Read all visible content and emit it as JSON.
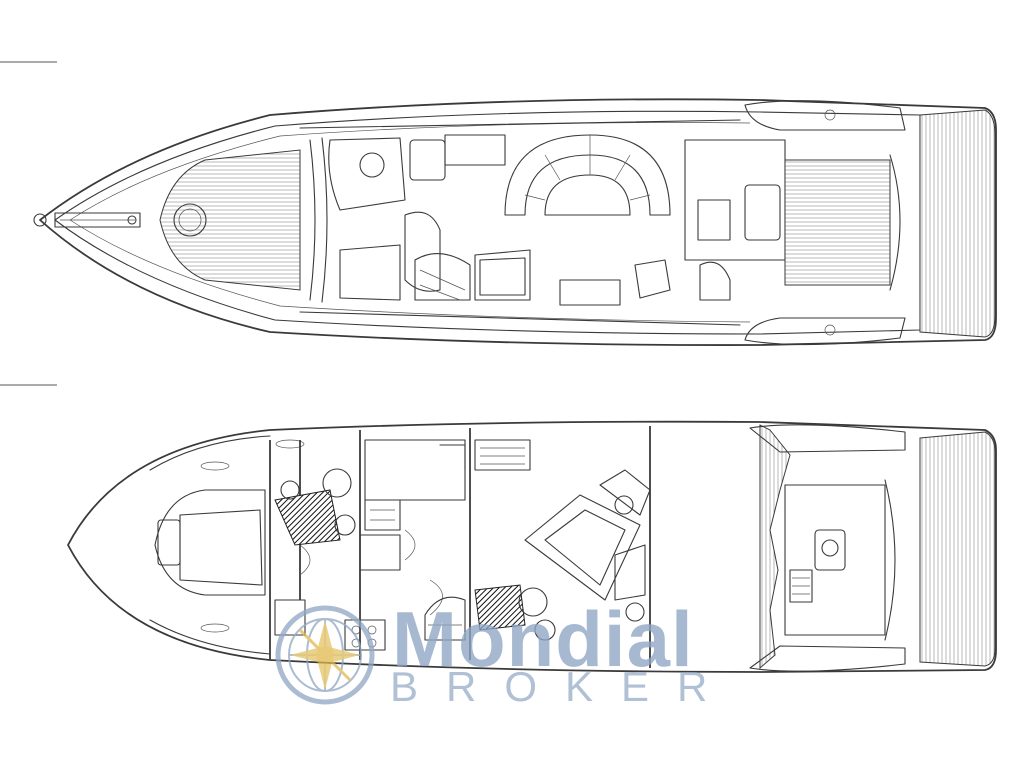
{
  "watermark": {
    "brand": "Mondial",
    "tagline": "BROKER",
    "logo_icon": "compass-globe-icon",
    "color": "#8fa6c4",
    "accent_color": "#e0b84a"
  },
  "plans": [
    {
      "id": "deck-plan",
      "icon": "boat-deck-plan"
    },
    {
      "id": "lower-deck-plan",
      "icon": "boat-lower-deck-plan"
    }
  ],
  "colors": {
    "line": "#3a3a3a",
    "background": "#ffffff"
  }
}
